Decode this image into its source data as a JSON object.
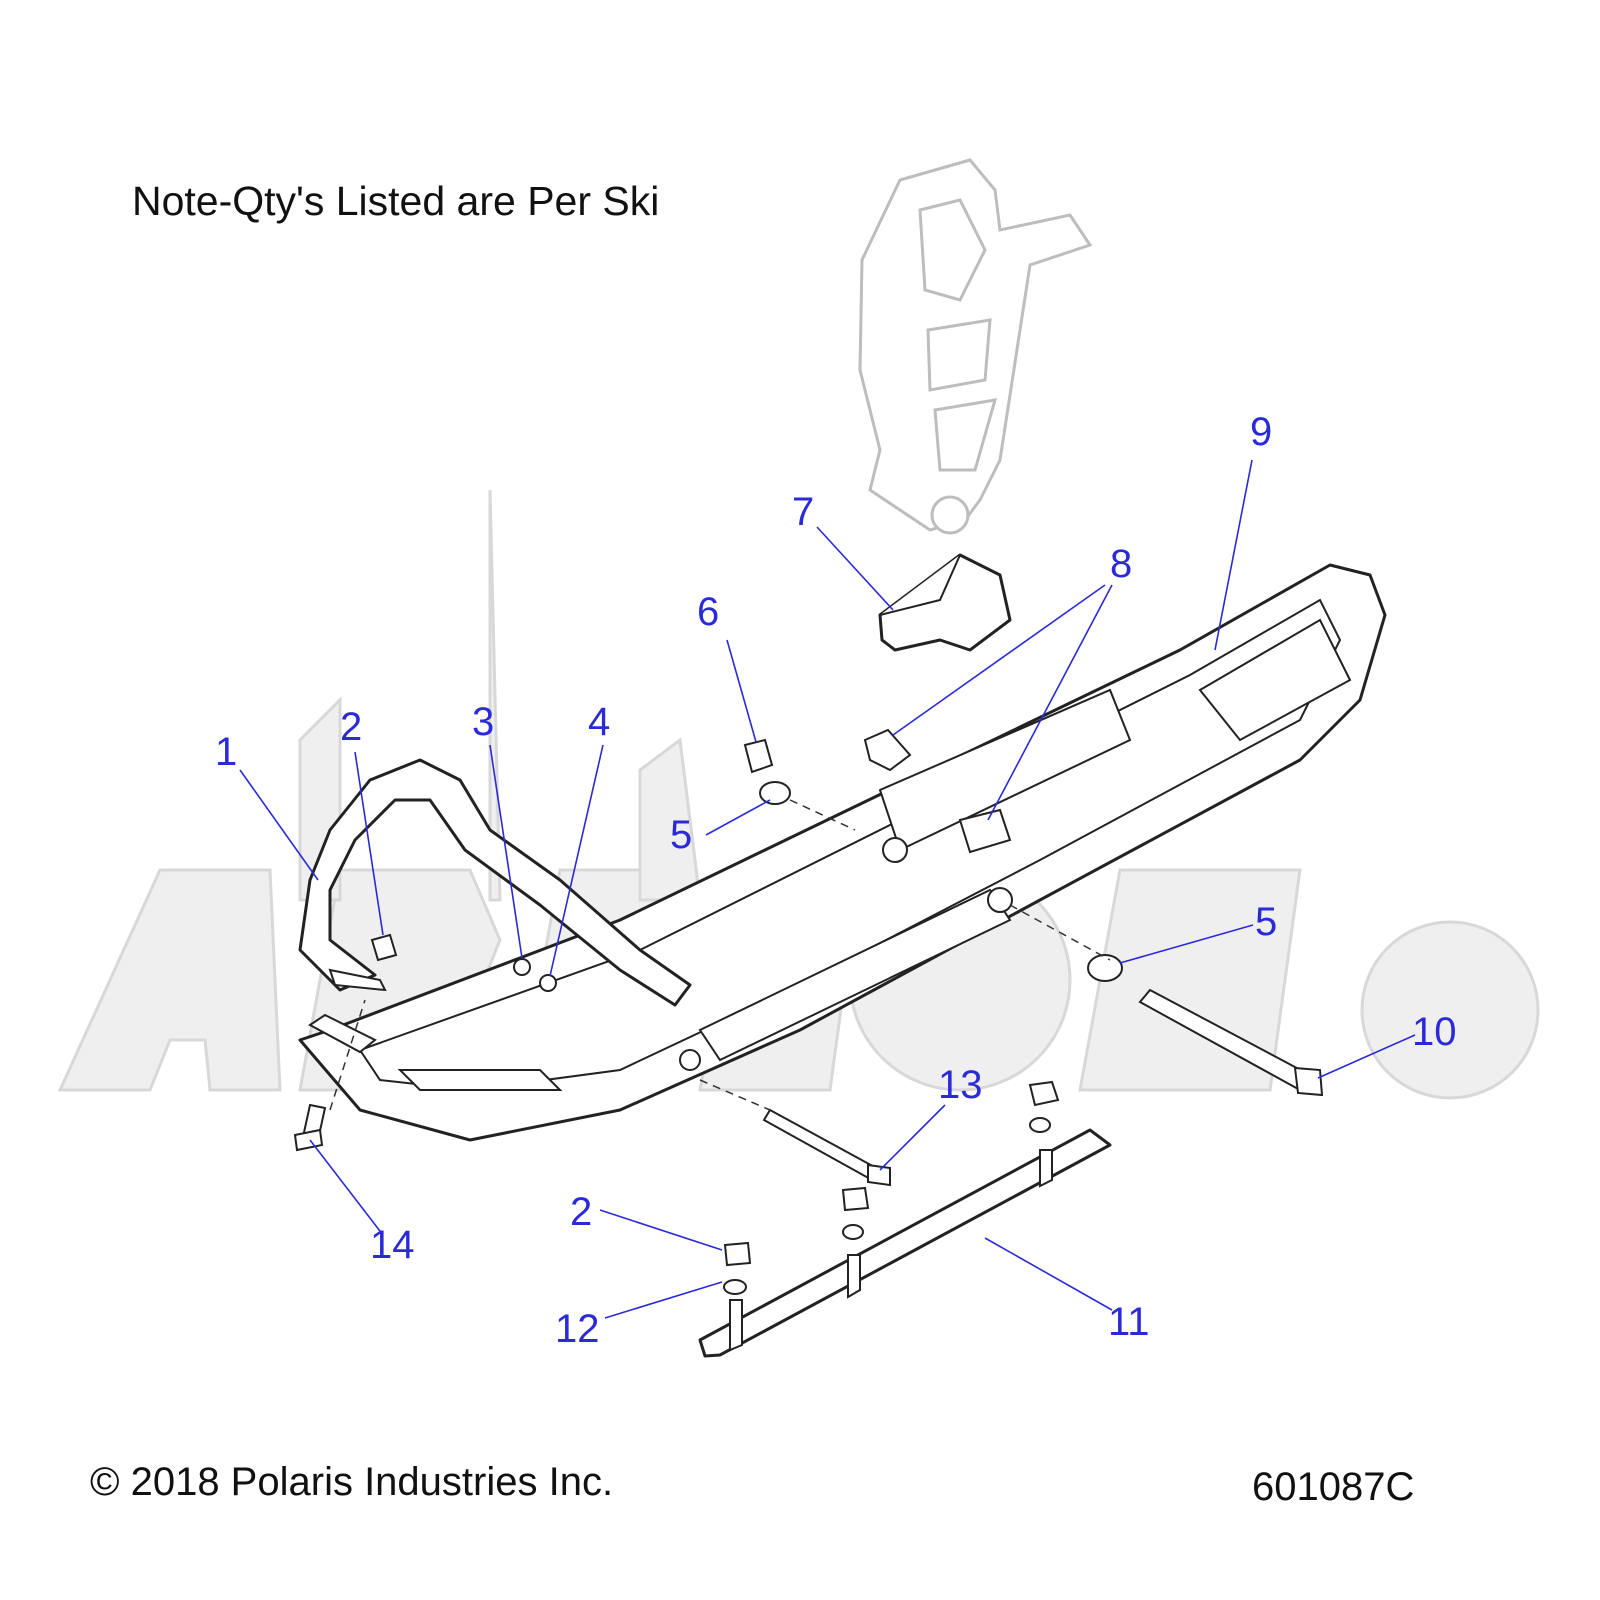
{
  "note": "Note-Qty's Listed are Per Ski",
  "copyright": "© 2018 Polaris Industries Inc.",
  "part_number": "601087C",
  "colors": {
    "callout": "#2a2ad8",
    "line": "#222222",
    "ghost": "#bdbdbd"
  },
  "callouts": [
    {
      "id": "1",
      "label": "1"
    },
    {
      "id": "2a",
      "label": "2"
    },
    {
      "id": "3",
      "label": "3"
    },
    {
      "id": "4",
      "label": "4"
    },
    {
      "id": "5a",
      "label": "5"
    },
    {
      "id": "6",
      "label": "6"
    },
    {
      "id": "7",
      "label": "7"
    },
    {
      "id": "8",
      "label": "8"
    },
    {
      "id": "9",
      "label": "9"
    },
    {
      "id": "5b",
      "label": "5"
    },
    {
      "id": "10",
      "label": "10"
    },
    {
      "id": "13",
      "label": "13"
    },
    {
      "id": "2b",
      "label": "2"
    },
    {
      "id": "14",
      "label": "14"
    },
    {
      "id": "11",
      "label": "11"
    },
    {
      "id": "12",
      "label": "12"
    }
  ]
}
